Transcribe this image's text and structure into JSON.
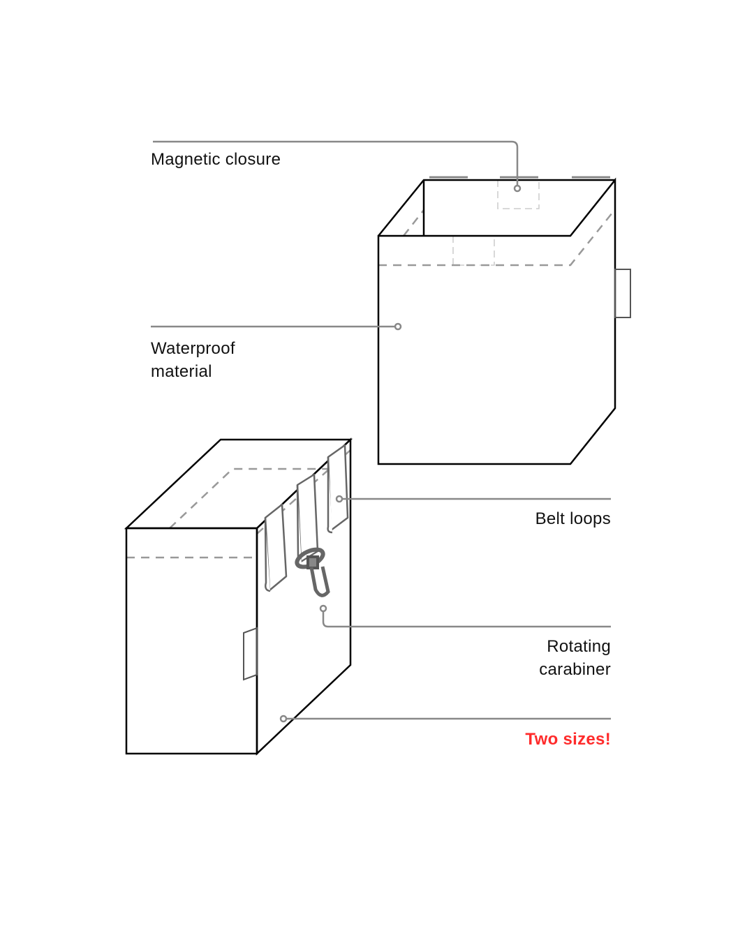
{
  "labels": {
    "magnetic_closure": "Magnetic closure",
    "waterproof_line1": "Waterproof",
    "waterproof_line2": "material",
    "belt_loops": "Belt loops",
    "carabiner_line1": "Rotating",
    "carabiner_line2": "carabiner",
    "two_sizes": "Two sizes!"
  },
  "colors": {
    "accent": "#ff2b2b",
    "leader": "#888888",
    "outline": "#000000",
    "dashed": "#999999"
  }
}
